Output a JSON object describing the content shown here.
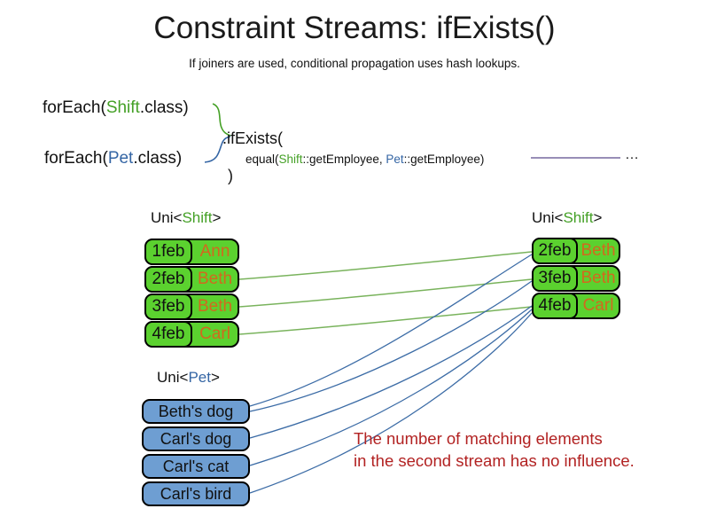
{
  "slide": {
    "title": "Constraint Streams: ifExists()",
    "subtitle": "If joiners are used, conditional propagation uses hash lookups."
  },
  "code": {
    "foreach_shift": {
      "prefix": "forEach(",
      "class_name": "Shift",
      "suffix": ".class)"
    },
    "foreach_pet": {
      "prefix": "forEach(",
      "class_name": "Pet",
      "suffix": ".class)"
    },
    "if_exists": ".ifExists(",
    "equal": {
      "prefix": "equal(",
      "shift": "Shift",
      "mid": "::getEmployee, ",
      "pet": "Pet",
      "suffix": "::getEmployee)"
    },
    "close_paren": ")",
    "ellipsis": "…"
  },
  "left_shift_table": {
    "label_prefix": "Uni<",
    "label_type": "Shift",
    "label_suffix": ">",
    "rows": [
      {
        "date": "1feb",
        "employee": "Ann"
      },
      {
        "date": "2feb",
        "employee": "Beth"
      },
      {
        "date": "3feb",
        "employee": "Beth"
      },
      {
        "date": "4feb",
        "employee": "Carl"
      }
    ]
  },
  "right_shift_table": {
    "label_prefix": "Uni<",
    "label_type": "Shift",
    "label_suffix": ">",
    "rows": [
      {
        "date": "2feb",
        "employee": "Beth"
      },
      {
        "date": "3feb",
        "employee": "Beth"
      },
      {
        "date": "4feb",
        "employee": "Carl"
      }
    ]
  },
  "pet_table": {
    "label_prefix": "Uni<",
    "label_type": "Pet",
    "label_suffix": ">",
    "rows": [
      "Beth's dog",
      "Carl's dog",
      "Carl's cat",
      "Carl's bird"
    ]
  },
  "note": {
    "line1": "The number of matching elements",
    "line2": "in the second stream has no influence."
  },
  "connections": {
    "green_shift_to_shift": [
      "2feb→2feb",
      "3feb→3feb",
      "4feb→4feb"
    ],
    "blue_pet_to_shift": [
      "Beth's dog→2feb Beth",
      "Beth's dog→3feb Beth",
      "Carl's dog→4feb Carl",
      "Carl's cat→4feb Carl",
      "Carl's bird→4feb Carl"
    ]
  },
  "colors": {
    "shift_box_green": "#5bd12f",
    "pet_box_blue": "#6e9ed2",
    "employee_orange": "#d2691e",
    "code_shift_green": "#44a026",
    "code_pet_blue": "#3465a4",
    "green_line": "#79b35c",
    "blue_line": "#3c6ca6",
    "purple_line": "#77699f",
    "note_red": "#b22222"
  }
}
